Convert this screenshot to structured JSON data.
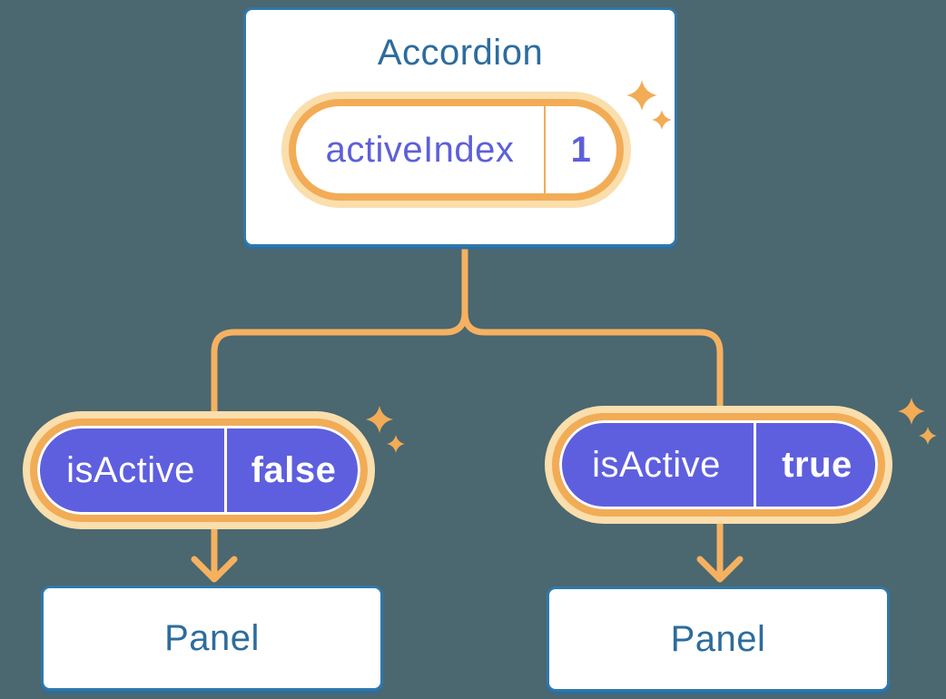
{
  "colors": {
    "background": "#4B6770",
    "orange": "#F2AC56",
    "orange-line": "#F5B160",
    "orange-glow": "#FADEAC",
    "purple": "#5E5FDE",
    "purple-text": "#5D5FD9",
    "blue-border": "#3078AA",
    "blue-shadow": "#2B6E9F",
    "blue-text": "#2D6C9D"
  },
  "icons": {
    "sparkle": "sparkle-icon"
  },
  "diagram": {
    "root": {
      "title": "Accordion",
      "state": {
        "name": "activeIndex",
        "value": "1"
      }
    },
    "children": [
      {
        "prop": {
          "name": "isActive",
          "value": "false"
        },
        "panel_label": "Panel"
      },
      {
        "prop": {
          "name": "isActive",
          "value": "true"
        },
        "panel_label": "Panel"
      }
    ]
  }
}
